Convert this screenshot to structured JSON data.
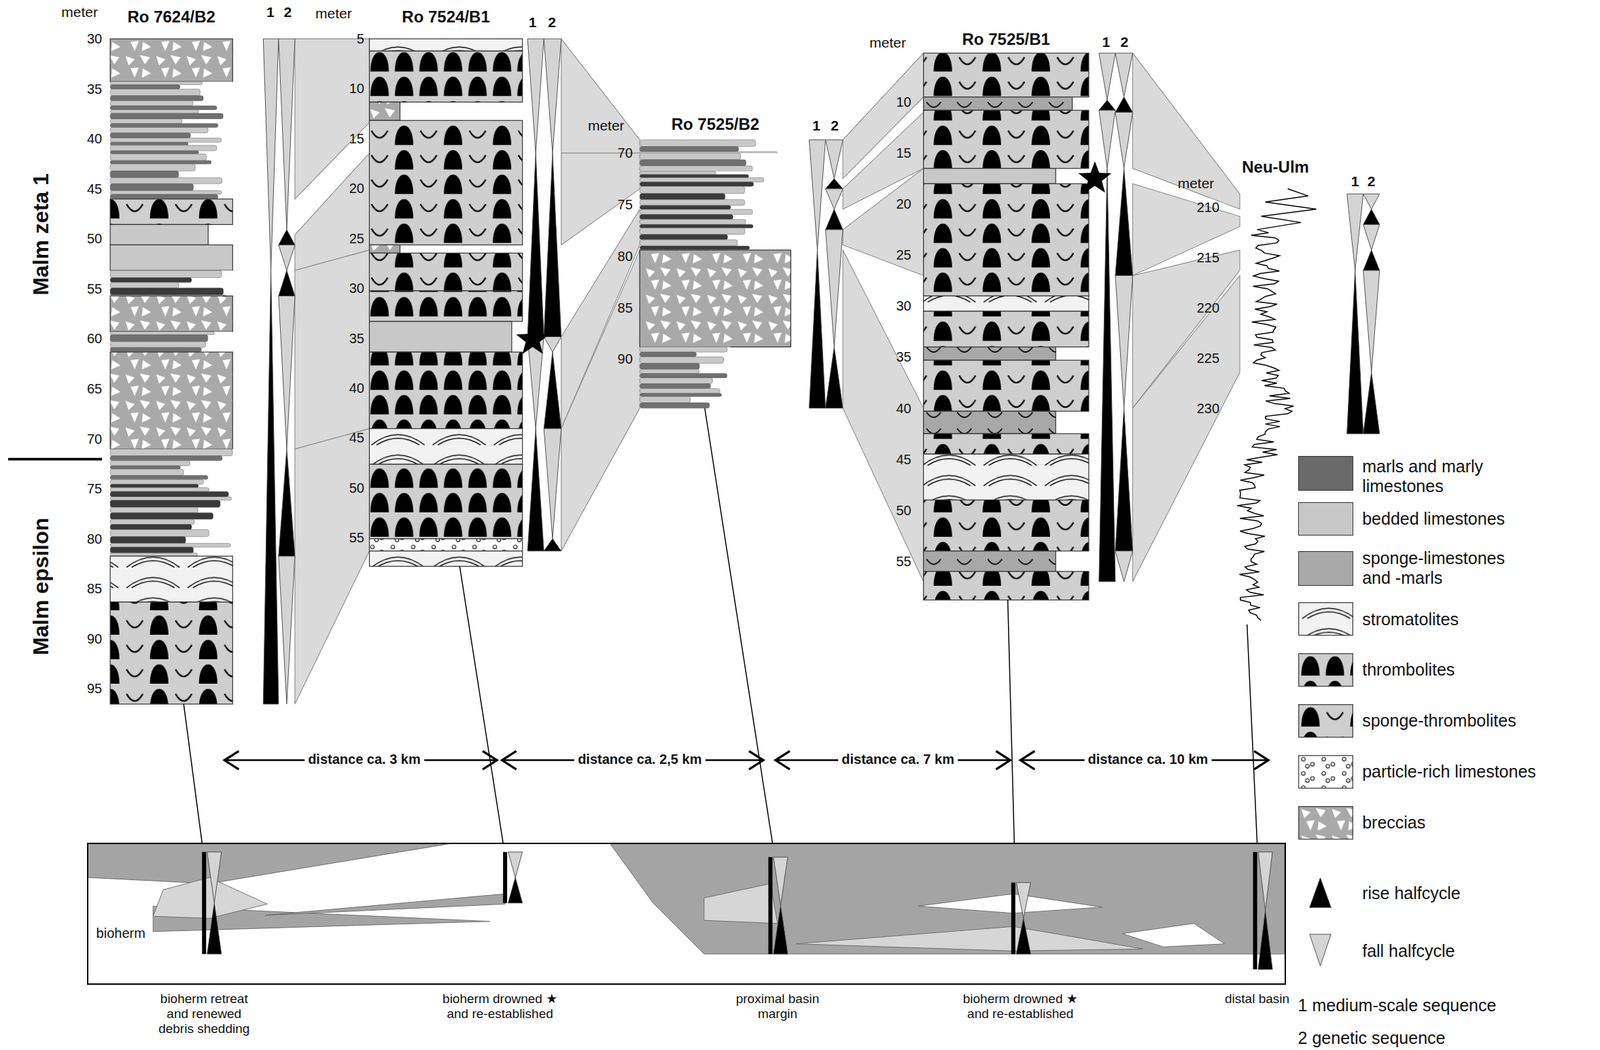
{
  "diagram": {
    "nodes": [
      {
        "text": [
          "Ro 7624/B2"
        ]
      },
      {
        "text": [
          "Ro 7524/B1"
        ]
      },
      {
        "text": [
          "Ro 7525/B2"
        ]
      },
      {
        "text": [
          "Ro 7525/B1"
        ]
      },
      {
        "text": [
          "Neu-Ulm"
        ]
      },
      {
        "text": [
          "bioherm"
        ]
      }
    ],
    "edges": [
      {
        "from": 0,
        "to": 5,
        "arrow": "none"
      },
      {
        "from": 1,
        "to": 5,
        "arrow": "none"
      },
      {
        "from": 2,
        "to": 5,
        "arrow": "none"
      },
      {
        "from": 3,
        "to": 5,
        "arrow": "none"
      },
      {
        "from": 4,
        "to": 5,
        "arrow": "none"
      }
    ],
    "labels": [
      "Malm zeta 1",
      "Malm epsilon",
      "meter",
      "1",
      "2",
      "30",
      "35",
      "40",
      "45",
      "50",
      "55",
      "60",
      "65",
      "70",
      "75",
      "80",
      "85",
      "90",
      "95",
      "meter",
      "1",
      "2",
      "5",
      "10",
      "15",
      "20",
      "25",
      "30",
      "35",
      "40",
      "45",
      "50",
      "55",
      "meter",
      "1",
      "2",
      "70",
      "75",
      "80",
      "85",
      "90",
      "meter",
      "1",
      "2",
      "10",
      "15",
      "20",
      "25",
      "30",
      "35",
      "40",
      "45",
      "50",
      "55",
      "meter",
      "1",
      "2",
      "210",
      "215",
      "220",
      "225",
      "230",
      "distance ca. 3 km",
      "distance ca. 2,5 km",
      "distance ca. 7 km",
      "distance ca. 10 km",
      "bioherm retreat and renewed debris shedding",
      "bioherm drowned ★ and re-established",
      "proximal basin margin",
      "bioherm drowned ★ and re-established",
      "distal basin"
    ],
    "legend": [
      {
        "text": "marls and marly limestones",
        "color": "#6a6a6a"
      },
      {
        "text": "bedded limestones",
        "color": "#c8c8c8"
      },
      {
        "text": "sponge-limestones and -marls",
        "color": "#a8a8a8"
      },
      {
        "text": "stromatolites"
      },
      {
        "text": "thrombolites"
      },
      {
        "text": "sponge-thrombolites"
      },
      {
        "text": "particle-rich limestones"
      },
      {
        "text": "breccias"
      },
      {
        "text": "rise halfcycle"
      },
      {
        "text": "fall halfcycle"
      },
      {
        "text": "1 medium-scale sequence"
      },
      {
        "text": "2 genetic sequence"
      }
    ]
  }
}
